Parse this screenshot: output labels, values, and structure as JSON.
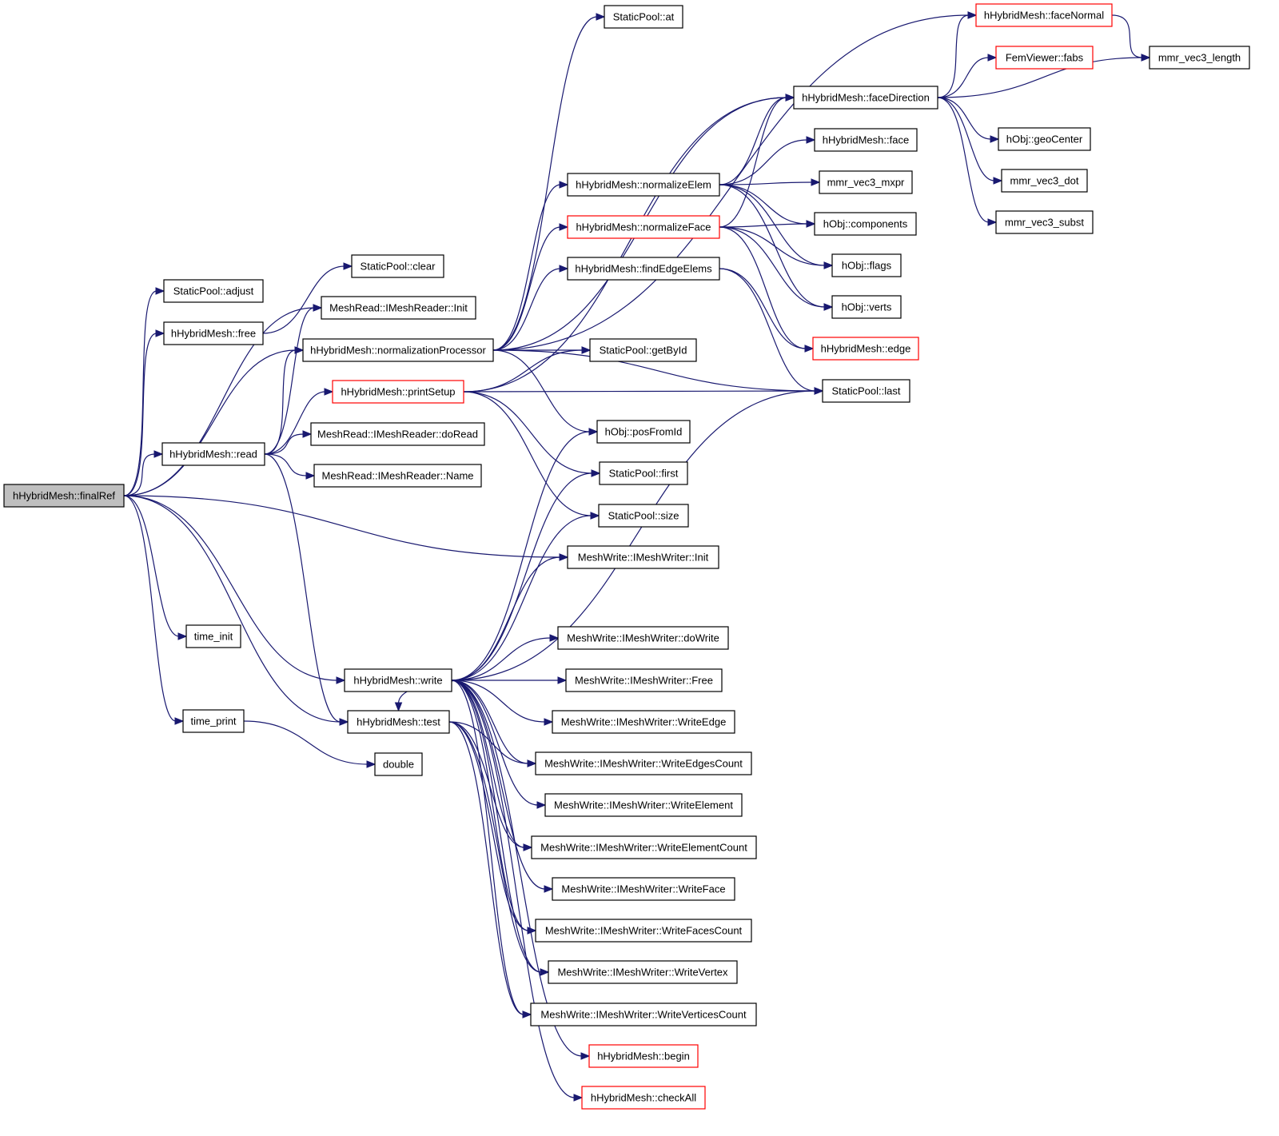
{
  "graph": {
    "root": "finalRef",
    "colors": {
      "edge": "#191970",
      "border": "#000000",
      "truncated_border": "#ff0000",
      "root_fill": "#bfbfbf"
    },
    "nodes": [
      {
        "id": "finalRef",
        "label": "hHybridMesh::finalRef",
        "kind": "root"
      },
      {
        "id": "adjust",
        "label": "StaticPool::adjust",
        "kind": "normal"
      },
      {
        "id": "free",
        "label": "hHybridMesh::free",
        "kind": "normal"
      },
      {
        "id": "clear",
        "label": "StaticPool::clear",
        "kind": "normal"
      },
      {
        "id": "readerInit",
        "label": "MeshRead::IMeshReader::Init",
        "kind": "normal"
      },
      {
        "id": "normProc",
        "label": "hHybridMesh::normalizationProcessor",
        "kind": "normal"
      },
      {
        "id": "printSetup",
        "label": "hHybridMesh::printSetup",
        "kind": "truncated"
      },
      {
        "id": "doRead",
        "label": "MeshRead::IMeshReader::doRead",
        "kind": "normal"
      },
      {
        "id": "readerName",
        "label": "MeshRead::IMeshReader::Name",
        "kind": "normal"
      },
      {
        "id": "read",
        "label": "hHybridMesh::read",
        "kind": "normal"
      },
      {
        "id": "timeInit",
        "label": "time_init",
        "kind": "normal"
      },
      {
        "id": "timePrint",
        "label": "time_print",
        "kind": "normal"
      },
      {
        "id": "write",
        "label": "hHybridMesh::write",
        "kind": "normal"
      },
      {
        "id": "test",
        "label": "hHybridMesh::test",
        "kind": "normal"
      },
      {
        "id": "double",
        "label": "double",
        "kind": "normal"
      },
      {
        "id": "at",
        "label": "StaticPool::at",
        "kind": "normal"
      },
      {
        "id": "normElem",
        "label": "hHybridMesh::normalizeElem",
        "kind": "normal"
      },
      {
        "id": "normFace",
        "label": "hHybridMesh::normalizeFace",
        "kind": "truncated"
      },
      {
        "id": "findEdgeElems",
        "label": "hHybridMesh::findEdgeElems",
        "kind": "normal"
      },
      {
        "id": "getById",
        "label": "StaticPool::getById",
        "kind": "normal"
      },
      {
        "id": "posFromId",
        "label": "hObj::posFromId",
        "kind": "normal"
      },
      {
        "id": "first",
        "label": "StaticPool::first",
        "kind": "normal"
      },
      {
        "id": "size",
        "label": "StaticPool::size",
        "kind": "normal"
      },
      {
        "id": "writerInit",
        "label": "MeshWrite::IMeshWriter::Init",
        "kind": "normal"
      },
      {
        "id": "doWrite",
        "label": "MeshWrite::IMeshWriter::doWrite",
        "kind": "normal"
      },
      {
        "id": "writerFree",
        "label": "MeshWrite::IMeshWriter::Free",
        "kind": "normal"
      },
      {
        "id": "writeEdge",
        "label": "MeshWrite::IMeshWriter::WriteEdge",
        "kind": "normal"
      },
      {
        "id": "writeEdgesCount",
        "label": "MeshWrite::IMeshWriter::WriteEdgesCount",
        "kind": "normal"
      },
      {
        "id": "writeElement",
        "label": "MeshWrite::IMeshWriter::WriteElement",
        "kind": "normal"
      },
      {
        "id": "writeElementCount",
        "label": "MeshWrite::IMeshWriter::WriteElementCount",
        "kind": "normal"
      },
      {
        "id": "writeFace",
        "label": "MeshWrite::IMeshWriter::WriteFace",
        "kind": "normal"
      },
      {
        "id": "writeFacesCount",
        "label": "MeshWrite::IMeshWriter::WriteFacesCount",
        "kind": "normal"
      },
      {
        "id": "writeVertex",
        "label": "MeshWrite::IMeshWriter::WriteVertex",
        "kind": "normal"
      },
      {
        "id": "writeVerticesCount",
        "label": "MeshWrite::IMeshWriter::WriteVerticesCount",
        "kind": "normal"
      },
      {
        "id": "begin",
        "label": "hHybridMesh::begin",
        "kind": "truncated"
      },
      {
        "id": "checkAll",
        "label": "hHybridMesh::checkAll",
        "kind": "truncated"
      },
      {
        "id": "faceDirection",
        "label": "hHybridMesh::faceDirection",
        "kind": "normal"
      },
      {
        "id": "face",
        "label": "hHybridMesh::face",
        "kind": "normal"
      },
      {
        "id": "mxpr",
        "label": "mmr_vec3_mxpr",
        "kind": "normal"
      },
      {
        "id": "components",
        "label": "hObj::components",
        "kind": "normal"
      },
      {
        "id": "flags",
        "label": "hObj::flags",
        "kind": "normal"
      },
      {
        "id": "verts",
        "label": "hObj::verts",
        "kind": "normal"
      },
      {
        "id": "edge",
        "label": "hHybridMesh::edge",
        "kind": "truncated"
      },
      {
        "id": "last",
        "label": "StaticPool::last",
        "kind": "normal"
      },
      {
        "id": "faceNormal",
        "label": "hHybridMesh::faceNormal",
        "kind": "truncated"
      },
      {
        "id": "fabs",
        "label": "FemViewer::fabs",
        "kind": "truncated"
      },
      {
        "id": "geoCenter",
        "label": "hObj::geoCenter",
        "kind": "normal"
      },
      {
        "id": "dot",
        "label": "mmr_vec3_dot",
        "kind": "normal"
      },
      {
        "id": "subst",
        "label": "mmr_vec3_subst",
        "kind": "normal"
      },
      {
        "id": "length",
        "label": "mmr_vec3_length",
        "kind": "normal"
      }
    ],
    "edges": [
      [
        "finalRef",
        "adjust"
      ],
      [
        "finalRef",
        "free"
      ],
      [
        "finalRef",
        "readerInit"
      ],
      [
        "finalRef",
        "normProc"
      ],
      [
        "finalRef",
        "read"
      ],
      [
        "finalRef",
        "writerInit"
      ],
      [
        "finalRef",
        "write"
      ],
      [
        "finalRef",
        "test"
      ],
      [
        "finalRef",
        "timeInit"
      ],
      [
        "finalRef",
        "timePrint"
      ],
      [
        "free",
        "clear"
      ],
      [
        "read",
        "readerInit"
      ],
      [
        "read",
        "normProc"
      ],
      [
        "read",
        "printSetup"
      ],
      [
        "read",
        "doRead"
      ],
      [
        "read",
        "readerName"
      ],
      [
        "read",
        "test"
      ],
      [
        "timePrint",
        "double"
      ],
      [
        "normProc",
        "at"
      ],
      [
        "normProc",
        "faceNormal"
      ],
      [
        "normProc",
        "faceDirection"
      ],
      [
        "normProc",
        "normElem"
      ],
      [
        "normProc",
        "normFace"
      ],
      [
        "normProc",
        "findEdgeElems"
      ],
      [
        "normProc",
        "getById"
      ],
      [
        "normProc",
        "posFromId"
      ],
      [
        "normProc",
        "last"
      ],
      [
        "printSetup",
        "getById"
      ],
      [
        "printSetup",
        "last"
      ],
      [
        "printSetup",
        "first"
      ],
      [
        "printSetup",
        "size"
      ],
      [
        "printSetup",
        "faceDirection"
      ],
      [
        "normElem",
        "faceDirection"
      ],
      [
        "normElem",
        "face"
      ],
      [
        "normElem",
        "mxpr"
      ],
      [
        "normElem",
        "components"
      ],
      [
        "normElem",
        "flags"
      ],
      [
        "normElem",
        "verts"
      ],
      [
        "normFace",
        "faceDirection"
      ],
      [
        "normFace",
        "components"
      ],
      [
        "normFace",
        "flags"
      ],
      [
        "normFace",
        "verts"
      ],
      [
        "normFace",
        "edge"
      ],
      [
        "findEdgeElems",
        "edge"
      ],
      [
        "findEdgeElems",
        "last"
      ],
      [
        "faceDirection",
        "faceNormal"
      ],
      [
        "faceDirection",
        "fabs"
      ],
      [
        "faceDirection",
        "length"
      ],
      [
        "faceDirection",
        "geoCenter"
      ],
      [
        "faceDirection",
        "dot"
      ],
      [
        "faceDirection",
        "subst"
      ],
      [
        "faceNormal",
        "length"
      ],
      [
        "write",
        "posFromId"
      ],
      [
        "write",
        "first"
      ],
      [
        "write",
        "size"
      ],
      [
        "write",
        "writerInit"
      ],
      [
        "write",
        "last"
      ],
      [
        "write",
        "doWrite"
      ],
      [
        "write",
        "writerFree"
      ],
      [
        "write",
        "writeEdge"
      ],
      [
        "write",
        "writeEdgesCount"
      ],
      [
        "write",
        "writeElement"
      ],
      [
        "write",
        "writeElementCount"
      ],
      [
        "write",
        "writeFace"
      ],
      [
        "write",
        "writeFacesCount"
      ],
      [
        "write",
        "writeVertex"
      ],
      [
        "write",
        "writeVerticesCount"
      ],
      [
        "write",
        "begin"
      ],
      [
        "write",
        "checkAll"
      ],
      [
        "write",
        "test"
      ],
      [
        "test",
        "writeEdgesCount"
      ],
      [
        "test",
        "writeElementCount"
      ],
      [
        "test",
        "writeFacesCount"
      ],
      [
        "test",
        "writeVerticesCount"
      ],
      [
        "test",
        "writeVertex"
      ]
    ]
  }
}
